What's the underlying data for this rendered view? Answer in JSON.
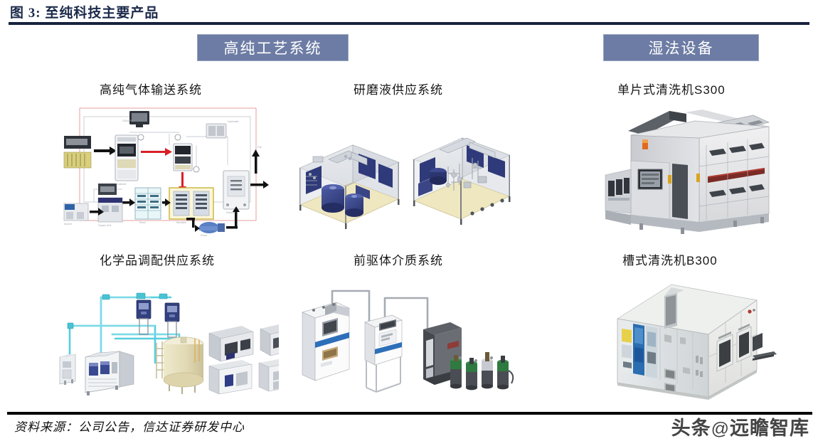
{
  "figure": {
    "title": "图 3: 至纯科技主要产品"
  },
  "banners": {
    "left": "高纯工艺系统",
    "right": "湿法设备"
  },
  "products": [
    {
      "id": "gas",
      "label": "高纯气体输送系统",
      "image": "process-flow-diagram"
    },
    {
      "id": "slurry",
      "label": "研磨液供应系统",
      "image": "cad-skid-pair"
    },
    {
      "id": "s300",
      "label": "单片式清洗机S300",
      "image": "photo-single-wafer-cleaner"
    },
    {
      "id": "chem",
      "label": "化学品调配供应系统",
      "image": "cad-chemical-distribution"
    },
    {
      "id": "precur",
      "label": "前驱体介质系统",
      "image": "cad-precursor-cabinets"
    },
    {
      "id": "b300",
      "label": "槽式清洗机B300",
      "image": "photo-batch-cleaner"
    }
  ],
  "footer": {
    "source": "资料来源：公司公告，信达证券研发中心",
    "watermark_brand": "头条",
    "watermark_at": "@",
    "watermark_name": "远瞻智库"
  },
  "colors": {
    "banner_fill": "#6d7ca4",
    "title_text": "#1b2a4a",
    "rule": "#16223d",
    "footer_rule": "#000000",
    "accent_red": "#d81f26",
    "cad_blue": "#3b4a8f",
    "pipe_cyan": "#4fd0e0"
  }
}
